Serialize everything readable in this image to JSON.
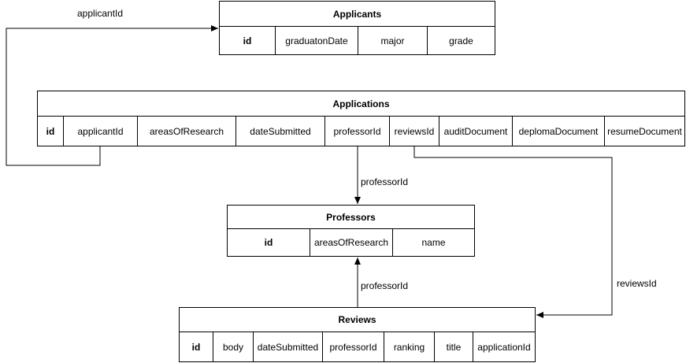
{
  "entities": {
    "applicants": {
      "title": "Applicants",
      "fields": [
        "id",
        "graduatonDate",
        "major",
        "grade"
      ]
    },
    "applications": {
      "title": "Applications",
      "fields": [
        "id",
        "applicantId",
        "areasOfResearch",
        "dateSubmitted",
        "professorId",
        "reviewsId",
        "auditDocument",
        "deplomaDocument",
        "resumeDocument"
      ]
    },
    "professors": {
      "title": "Professors",
      "fields": [
        "id",
        "areasOfResearch",
        "name"
      ]
    },
    "reviews": {
      "title": "Reviews",
      "fields": [
        "id",
        "body",
        "dateSubmitted",
        "professorId",
        "ranking",
        "title",
        "applicationId"
      ]
    }
  },
  "edges": {
    "applicant_link": "applicantId",
    "professor_link": "professorId",
    "reviews_link": "reviewsId",
    "review_professor_link": "professorId"
  }
}
